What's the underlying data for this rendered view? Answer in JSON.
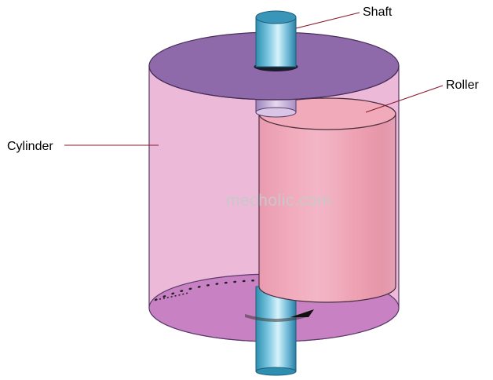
{
  "labels": {
    "shaft": "Shaft",
    "roller": "Roller",
    "cylinder": "Cylinder"
  },
  "watermark": "mecholic.com",
  "colors": {
    "cylinder_wall": "#ebb8d8",
    "cylinder_top": "#8f6aab",
    "cylinder_bottom": "#c880c2",
    "roller_body": "#e89cb0",
    "roller_top": "#f1a8b8",
    "shaft_light": "#cdeef8",
    "shaft_dark": "#2d8eb0",
    "leader_line": "#8b1a2e"
  }
}
